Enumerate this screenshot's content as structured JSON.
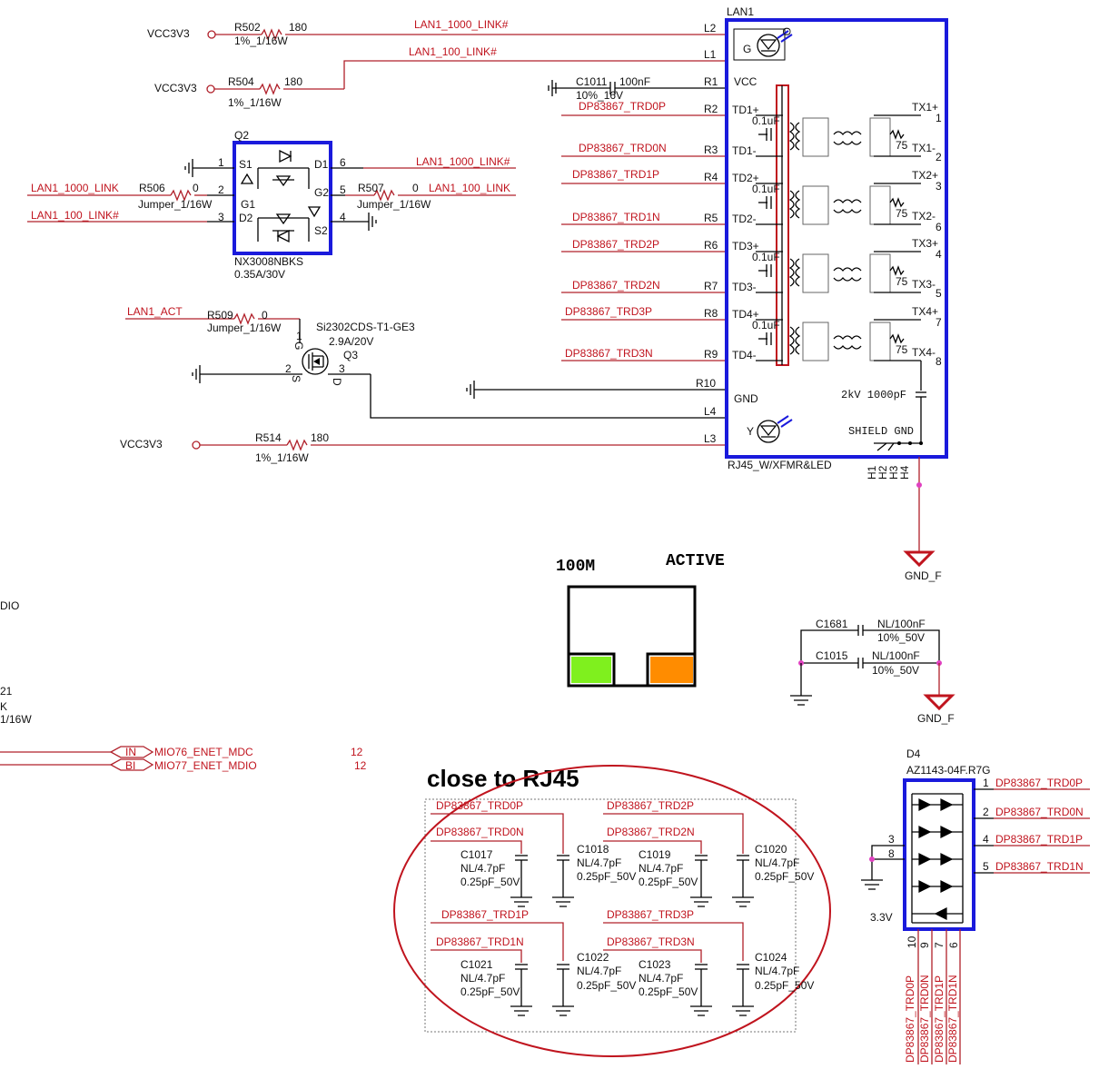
{
  "colors": {
    "wire": "#b0202a",
    "label": "#c0141e",
    "component": "#1a1adc",
    "led_green": "#7ff01e",
    "led_orange": "#ff8c00",
    "junction": "#e040c0"
  },
  "supply": {
    "vcc1": "VCC3V3",
    "vcc2": "VCC3V3",
    "vcc3": "VCC3V3"
  },
  "resistors": {
    "r502": {
      "ref": "R502",
      "val": "180",
      "spec": "1%_1/16W"
    },
    "r504": {
      "ref": "R504",
      "val": "180",
      "spec": "1%_1/16W"
    },
    "r506": {
      "ref": "R506",
      "val": "0",
      "spec": "Jumper_1/16W"
    },
    "r507": {
      "ref": "R507",
      "val": "0",
      "spec": "Jumper_1/16W"
    },
    "r509": {
      "ref": "R509",
      "val": "0",
      "spec": "Jumper_1/16W"
    },
    "r514": {
      "ref": "R514",
      "val": "180",
      "spec": "1%_1/16W"
    }
  },
  "nets": {
    "lan1_1000_link_n": "LAN1_1000_LINK#",
    "lan1_100_link_n": "LAN1_100_LINK#",
    "lan1_1000_link": "LAN1_1000_LINK",
    "lan1_100_link": "LAN1_100_LINK",
    "lan1_act": "LAN1_ACT",
    "trd0p": "DP83867_TRD0P",
    "trd0n": "DP83867_TRD0N",
    "trd1p": "DP83867_TRD1P",
    "trd1n": "DP83867_TRD1N",
    "trd2p": "DP83867_TRD2P",
    "trd2n": "DP83867_TRD2N",
    "trd3p": "DP83867_TRD3P",
    "trd3n": "DP83867_TRD3N",
    "mdc": "MIO76_ENET_MDC",
    "mdio": "MIO77_ENET_MDIO",
    "mdc_flag": "IN",
    "mdio_flag": "BI",
    "mdc_page": "12",
    "mdio_page": "12",
    "gnd_f": "GND_F",
    "v33": "3.3V"
  },
  "q2": {
    "ref": "Q2",
    "part": "NX3008NBKS",
    "rating": "0.35A/30V",
    "pin_s1": "S1",
    "pin_d1": "D1",
    "pin_g1": "G1",
    "pin_g2": "G2",
    "pin_d2": "D2",
    "pin_s2": "S2",
    "p1": "1",
    "p2": "2",
    "p3": "3",
    "p4": "4",
    "p5": "5",
    "p6": "6"
  },
  "q3": {
    "ref": "Q3",
    "part": "Si2302CDS-T1-GE3",
    "rating": "2.9A/20V",
    "p1": "1",
    "p2": "2",
    "p3": "3",
    "pin_g": "G",
    "pin_s": "S",
    "pin_d": "D"
  },
  "c1011": {
    "ref": "C1011",
    "val": "100nF",
    "spec": "10%_16V"
  },
  "lan1": {
    "ref": "LAN1",
    "part": "RJ45_W/XFMR&LED",
    "pins_left": [
      "L2",
      "L1",
      "R1",
      "R2",
      "R3",
      "R4",
      "R5",
      "R6",
      "R7",
      "R8",
      "R9",
      "R10",
      "L4",
      "L3"
    ],
    "labels_left": [
      "VCC",
      "TD1+",
      "TD1-",
      "TD2+",
      "TD2-",
      "TD3+",
      "TD3-",
      "TD4+",
      "TD4-",
      "GND"
    ],
    "tx_labels": [
      "TX1+",
      "TX1-",
      "TX2+",
      "TX2-",
      "TX3+",
      "TX3-",
      "TX4+",
      "TX4-"
    ],
    "tx_pins": [
      "1",
      "2",
      "3",
      "6",
      "4",
      "5",
      "7",
      "8"
    ],
    "cap_label": "0.1uF",
    "res_label": "75",
    "shield_cap": "2kV 1000pF",
    "shield_gnd": "SHIELD GND",
    "led_g": "G",
    "led_y": "Y",
    "led_o": "O",
    "h_pins": [
      "H1",
      "H2",
      "H3",
      "H4"
    ]
  },
  "indicator": {
    "label_100m": "100M",
    "label_active": "ACTIVE"
  },
  "c1681": {
    "ref": "C1681",
    "val": "NL/100nF",
    "spec": "10%_50V"
  },
  "c1015": {
    "ref": "C1015",
    "val": "NL/100nF",
    "spec": "10%_50V"
  },
  "close_note": "close to RJ45",
  "small_caps": [
    {
      "ref": "C1017",
      "val": "NL/4.7pF",
      "spec": "0.25pF_50V"
    },
    {
      "ref": "C1018",
      "val": "NL/4.7pF",
      "spec": "0.25pF_50V"
    },
    {
      "ref": "C1019",
      "val": "NL/4.7pF",
      "spec": "0.25pF_50V"
    },
    {
      "ref": "C1020",
      "val": "NL/4.7pF",
      "spec": "0.25pF_50V"
    },
    {
      "ref": "C1021",
      "val": "NL/4.7pF",
      "spec": "0.25pF_50V"
    },
    {
      "ref": "C1022",
      "val": "NL/4.7pF",
      "spec": "0.25pF_50V"
    },
    {
      "ref": "C1023",
      "val": "NL/4.7pF",
      "spec": "0.25pF_50V"
    },
    {
      "ref": "C1024",
      "val": "NL/4.7pF",
      "spec": "0.25pF_50V"
    }
  ],
  "d4": {
    "ref": "D4",
    "part": "AZ1143-04F.R7G",
    "pins_right": [
      "1",
      "2",
      "4",
      "5"
    ],
    "pins_left": [
      "3",
      "8"
    ],
    "pins_bottom": [
      "10",
      "9",
      "7",
      "6"
    ]
  },
  "edge": {
    "a": "DIO",
    "b": "21",
    "c": "K",
    "d": "1/16W"
  }
}
